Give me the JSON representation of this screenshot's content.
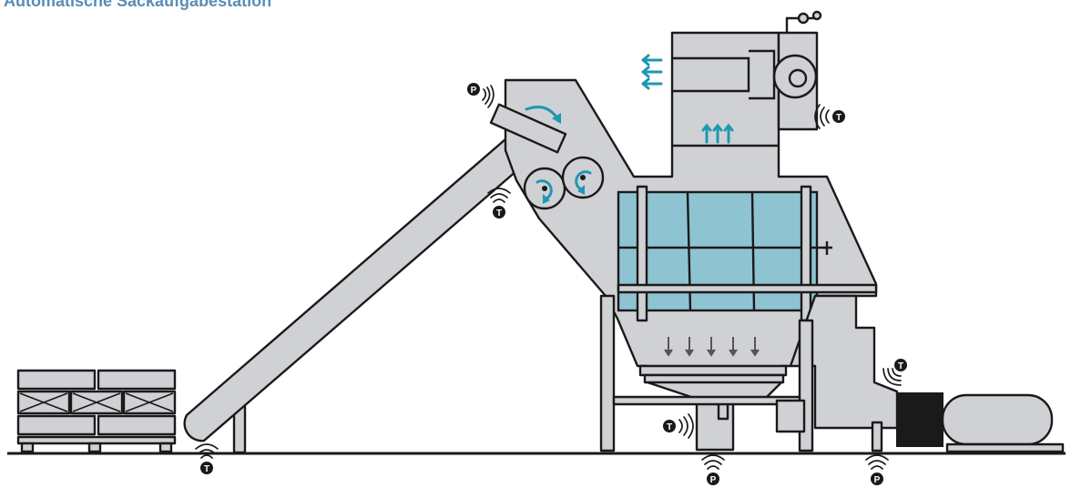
{
  "title": "Automatische Sackaufgabestation",
  "sensors": [
    {
      "type": "temperature",
      "letter": "T"
    },
    {
      "type": "temperature",
      "letter": "T"
    },
    {
      "type": "temperature",
      "letter": "T"
    },
    {
      "type": "temperature",
      "letter": "T"
    },
    {
      "type": "temperature",
      "letter": "T"
    },
    {
      "type": "pressure",
      "letter": "P"
    },
    {
      "type": "pressure",
      "letter": "P"
    },
    {
      "type": "pressure",
      "letter": "P"
    }
  ],
  "colors": {
    "title": "#5b8db5",
    "machine_fill": "#cfd1d4",
    "outline": "#1a1a1a",
    "sieve_blue": "#8ec3d2",
    "flow_arrows": "#1e97b2"
  },
  "icons": [
    "temperature-sensor-icon",
    "pressure-sensor-icon",
    "rotation-arrow-icon",
    "airflow-arrow-icon",
    "material-flow-arrow-icon"
  ]
}
